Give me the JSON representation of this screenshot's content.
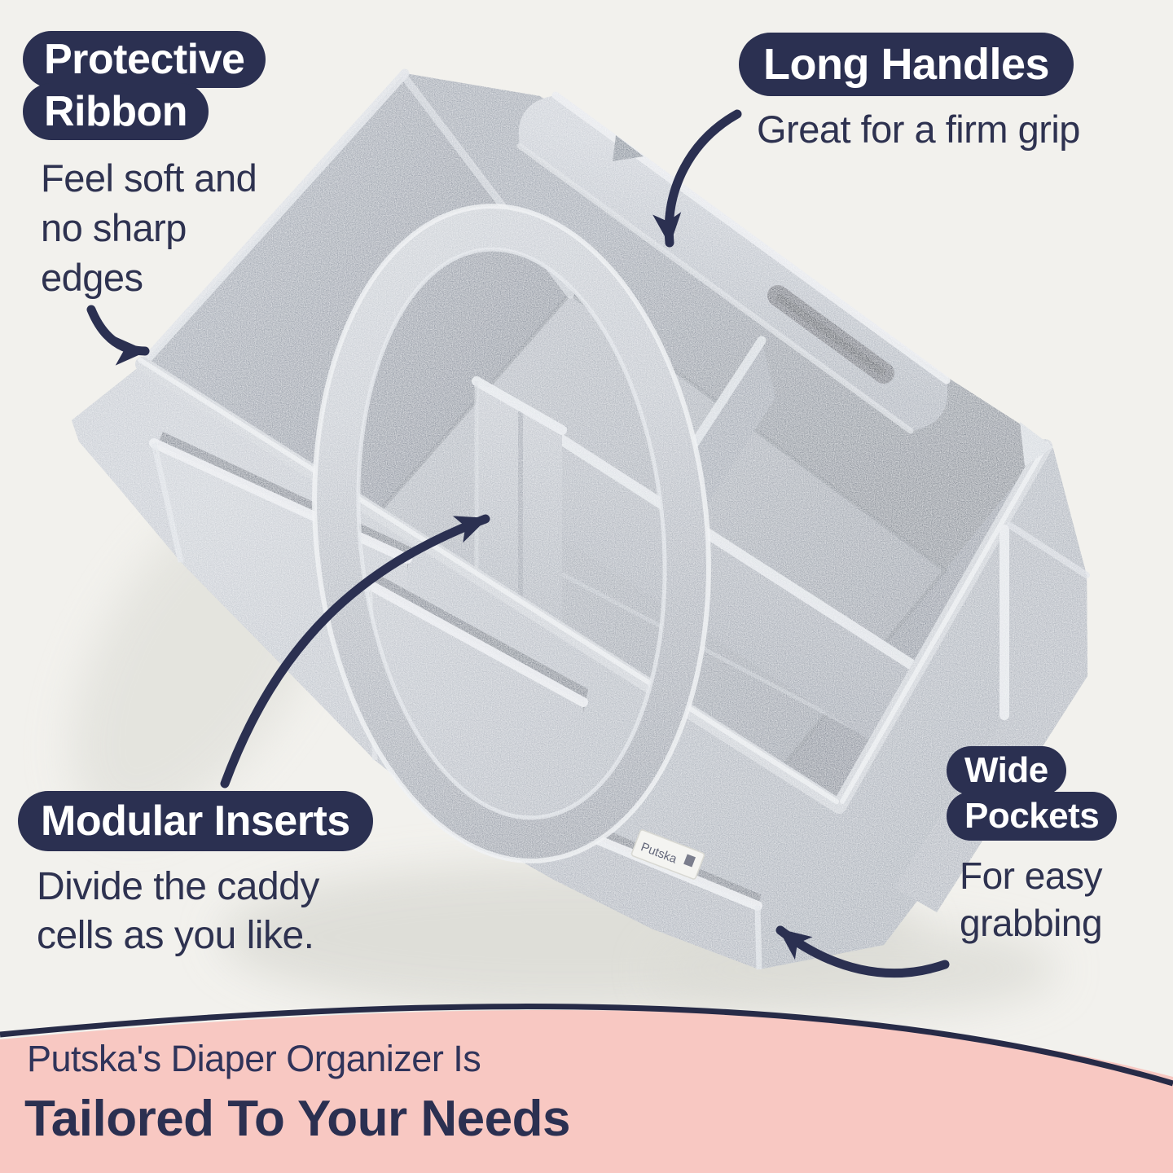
{
  "page": {
    "bg_color": "#f2f1ed",
    "accent_color": "#2b3051",
    "text_color": "#2e3250",
    "banner_pink_color": "#f8c8c2",
    "felt_gray_color": "#b6bbc3"
  },
  "callouts": {
    "protective_ribbon": {
      "badge_line1": "Protective",
      "badge_line2": "Ribbon",
      "desc_line1": "Feel soft and",
      "desc_line2": "no sharp",
      "desc_line3": "edges"
    },
    "long_handles": {
      "badge": "Long Handles",
      "desc_line1": "Great for a firm grip"
    },
    "modular_inserts": {
      "badge": "Modular Inserts",
      "desc_line1": "Divide the caddy",
      "desc_line2": "cells as you like."
    },
    "wide_pockets": {
      "badge_line1": "Wide",
      "badge_line2": "Pockets",
      "desc_line1": "For easy",
      "desc_line2": "grabbing"
    }
  },
  "banner": {
    "line1": "Putska's Diaper Organizer Is",
    "line2": "Tailored To Your Needs"
  },
  "product": {
    "brand_tag": "Putska"
  }
}
